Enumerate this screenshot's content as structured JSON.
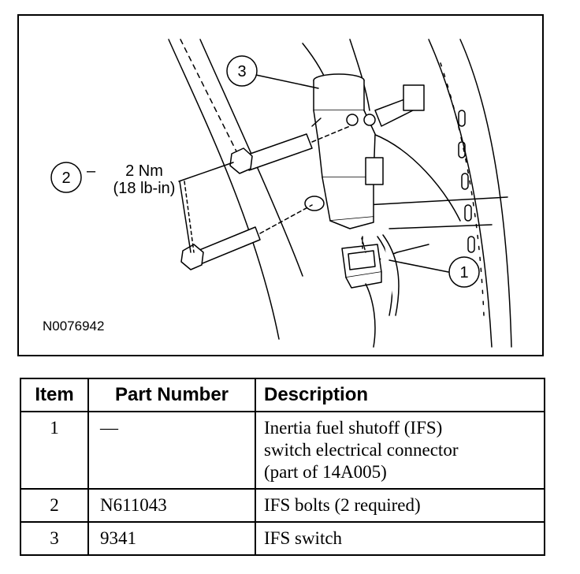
{
  "figure": {
    "id_label": "N0076942",
    "torque_value": "2 Nm",
    "torque_imperial": "(18 lb-in)",
    "callouts": [
      "1",
      "2",
      "3"
    ]
  },
  "table": {
    "headers": [
      "Item",
      "Part Number",
      "Description"
    ],
    "rows": [
      {
        "item": "1",
        "part_number": "—",
        "description": [
          "Inertia fuel shutoff (IFS)",
          "switch electrical connector",
          "(part of 14A005)"
        ]
      },
      {
        "item": "2",
        "part_number": "N611043",
        "description": [
          "IFS bolts (2 required)"
        ]
      },
      {
        "item": "3",
        "part_number": "9341",
        "description": [
          "IFS switch"
        ]
      }
    ]
  }
}
